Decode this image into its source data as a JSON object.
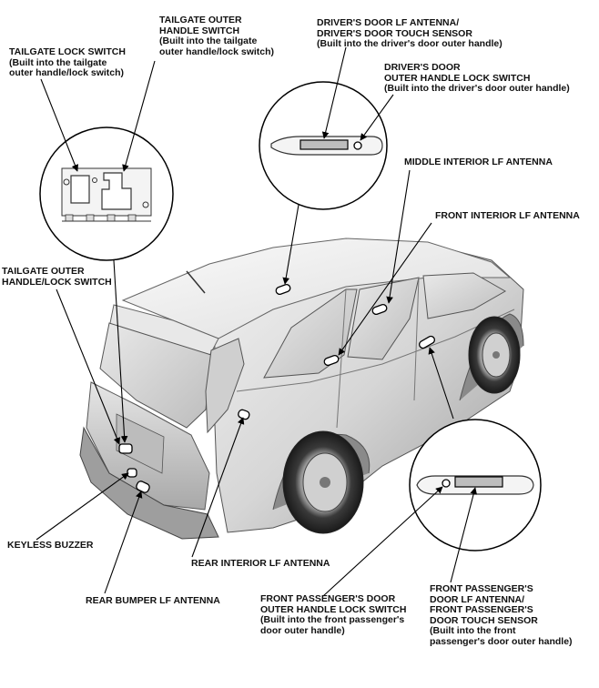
{
  "labels": {
    "tailgate_lock_switch": [
      "TAILGATE LOCK SWITCH",
      "(Built into the tailgate",
      "outer handle/lock switch)"
    ],
    "tailgate_outer_handle_switch": [
      "TAILGATE OUTER",
      "HANDLE SWITCH",
      "(Built into the tailgate",
      "outer handle/lock switch)"
    ],
    "drivers_door_lf_antenna": [
      "DRIVER'S DOOR LF ANTENNA/",
      "DRIVER'S DOOR TOUCH SENSOR",
      "(Built into the driver's door outer handle)"
    ],
    "drivers_door_lock_switch": [
      "DRIVER'S DOOR",
      "OUTER HANDLE LOCK SWITCH",
      "(Built into the driver's door outer handle)"
    ],
    "middle_interior_lf_antenna": [
      "MIDDLE INTERIOR LF ANTENNA"
    ],
    "front_interior_lf_antenna": [
      "FRONT INTERIOR LF ANTENNA"
    ],
    "tailgate_outer_handle_lock_switch": [
      "TAILGATE OUTER",
      "HANDLE/LOCK SWITCH"
    ],
    "keyless_buzzer": [
      "KEYLESS BUZZER"
    ],
    "rear_interior_lf_antenna": [
      "REAR INTERIOR LF ANTENNA"
    ],
    "rear_bumper_lf_antenna": [
      "REAR BUMPER LF ANTENNA"
    ],
    "front_passenger_door_lock_switch": [
      "FRONT PASSENGER'S DOOR",
      "OUTER HANDLE LOCK SWITCH",
      "(Built into the front passenger's",
      "door outer handle)"
    ],
    "front_passenger_door_lf_antenna": [
      "FRONT PASSENGER'S",
      "DOOR LF ANTENNA/",
      "FRONT PASSENGER'S",
      "DOOR TOUCH SENSOR",
      "(Built into the front",
      "passenger's door outer handle)"
    ]
  }
}
